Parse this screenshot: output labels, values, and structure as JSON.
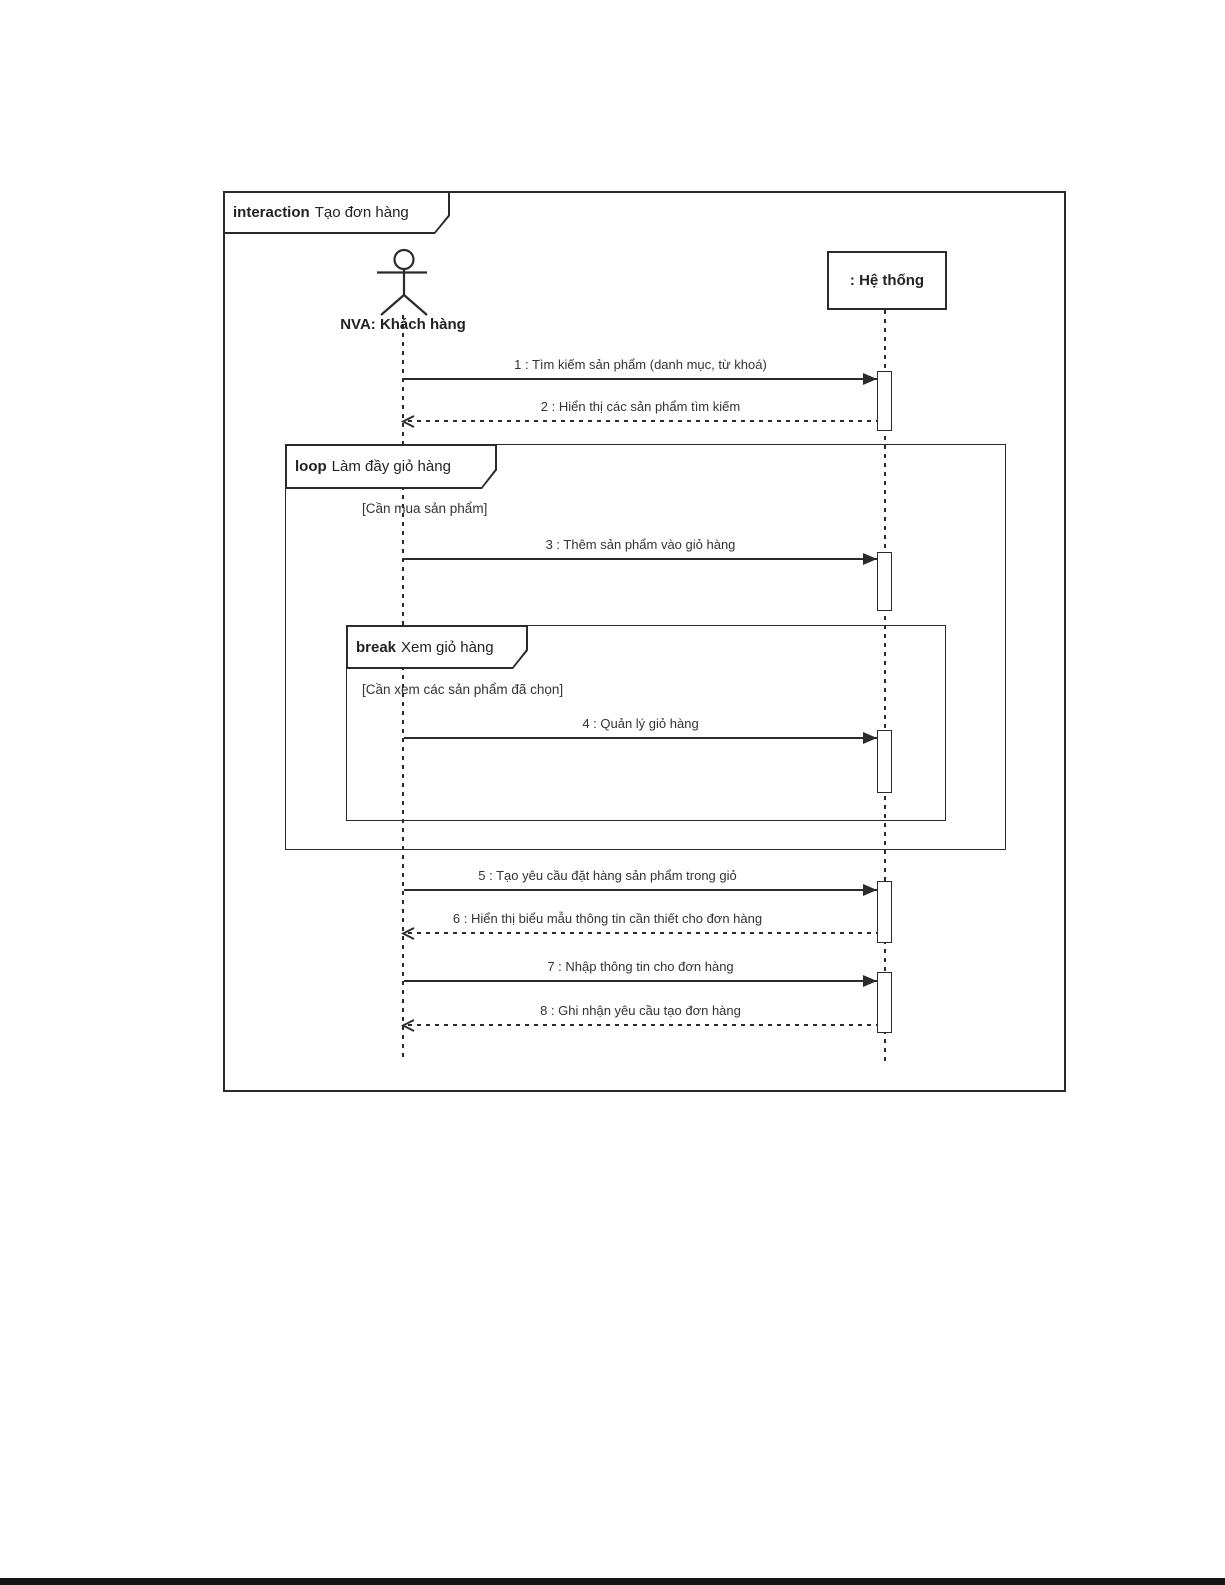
{
  "page": {
    "background": "#ffffff",
    "bottom_bar_color": "#161616"
  },
  "diagram": {
    "type": "uml-sequence-diagram",
    "frame": {
      "keyword": "interaction",
      "title": "Tạo đơn hàng"
    },
    "actor": {
      "label": "NVA: Khách hàng"
    },
    "system": {
      "label": ": Hệ thống"
    },
    "fragments": {
      "loop": {
        "keyword": "loop",
        "title": "Làm đầy giỏ hàng",
        "guard": "[Cần mua sản phẩm]"
      },
      "break": {
        "keyword": "break",
        "title": "Xem giỏ hàng",
        "guard": "[Cần xem các sản phẩm đã chọn]"
      }
    },
    "messages": [
      {
        "label": "1 : Tìm kiếm sản phẩm (danh mục, từ khoá)",
        "type": "solid",
        "direction": "right"
      },
      {
        "label": "2 : Hiển thị các sản phẩm tìm kiếm",
        "type": "dashed",
        "direction": "left"
      },
      {
        "label": "3 : Thêm sản phẩm vào giỏ hàng",
        "type": "solid",
        "direction": "right"
      },
      {
        "label": "4 : Quản lý giỏ hàng",
        "type": "solid",
        "direction": "right"
      },
      {
        "label": "5 : Tạo yêu cầu đặt hàng sản phẩm trong giỏ",
        "type": "solid",
        "direction": "right"
      },
      {
        "label": "6 : Hiển thị biểu mẫu thông tin cần thiết cho đơn hàng",
        "type": "dashed",
        "direction": "left"
      },
      {
        "label": "7 : Nhập thông tin cho đơn hàng",
        "type": "solid",
        "direction": "right"
      },
      {
        "label": "8 : Ghi nhận yêu cầu tạo đơn hàng",
        "type": "dashed",
        "direction": "left"
      }
    ],
    "colors": {
      "line": "#2b2b2b",
      "text": "#333333",
      "background": "#ffffff"
    }
  }
}
